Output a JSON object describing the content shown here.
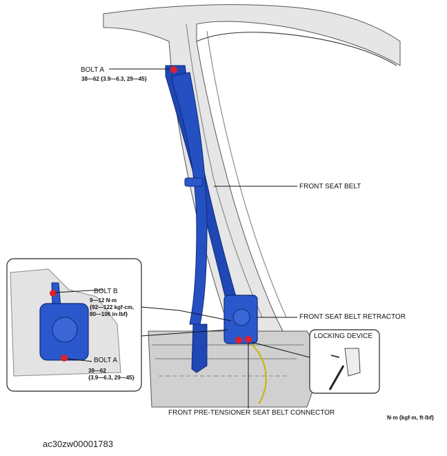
{
  "labels": {
    "bolt_a_top": "BOLT A",
    "bolt_a_top_torque": "38—62 {3.9—6.3, 29—45}",
    "front_seat_belt": "FRONT SEAT BELT",
    "bolt_b": "BOLT B",
    "bolt_b_torque_1": "9—12 N·m",
    "bolt_b_torque_2": "{92—122 kgf·cm,",
    "bolt_b_torque_3": "80—106 in·lbf}",
    "bolt_a_inset": "BOLT A",
    "bolt_a_inset_torque_1": "38—62",
    "bolt_a_inset_torque_2": "{3.9—6.3, 29—45}",
    "front_seat_belt_retractor": "FRONT SEAT BELT RETRACTOR",
    "locking_device": "LOCKING DEVICE",
    "front_pretensioner_connector": "FRONT PRE-TENSIONER SEAT BELT CONNECTOR",
    "units_note": "N·m {kgf·m, ft·lbf}",
    "figure_code": "ac30zw00001783"
  },
  "colors": {
    "belt_blue": "#1f47b5",
    "belt_dark": "#0e2a7a",
    "bolt_red": "#e0202a",
    "body_gray": "#d9d9d9",
    "line_black": "#111111"
  }
}
